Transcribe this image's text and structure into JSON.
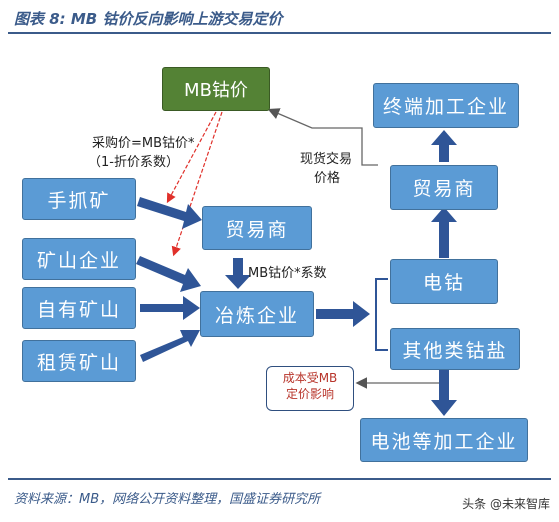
{
  "title": "图表 8:  MB 钴价反向影响上游交易定价",
  "nodes": {
    "mb_price": "MB钴价",
    "hand_mine": "手抓矿",
    "mine_company": "矿山企业",
    "own_mine": "自有矿山",
    "leased_mine": "租赁矿山",
    "trader_mid": "贸易商",
    "smelter": "冶炼企业",
    "terminal": "终端加工企业",
    "trader_right": "贸易商",
    "electro_cobalt": "电钴",
    "other_salts": "其他类钴盐",
    "battery": "电池等加工企业"
  },
  "labels": {
    "purchase_formula_1": "采购价=MB钴价*",
    "purchase_formula_2": "（1-折价系数）",
    "spot_price_1": "现货交易",
    "spot_price_2": "价格",
    "mb_coef": "MB钴价*系数",
    "cost_note_1": "成本受MB",
    "cost_note_2": "定价影响"
  },
  "footer": {
    "source": "资料来源：MB，网络公开资料整理，国盛证券研究所",
    "watermark": "头条 @未来智库"
  },
  "colors": {
    "box_fill": "#5b9bd5",
    "price_box_fill": "#548235",
    "arrow_blue": "#2f5597",
    "arrow_red": "#e0302a",
    "title": "#3b5b8a"
  }
}
